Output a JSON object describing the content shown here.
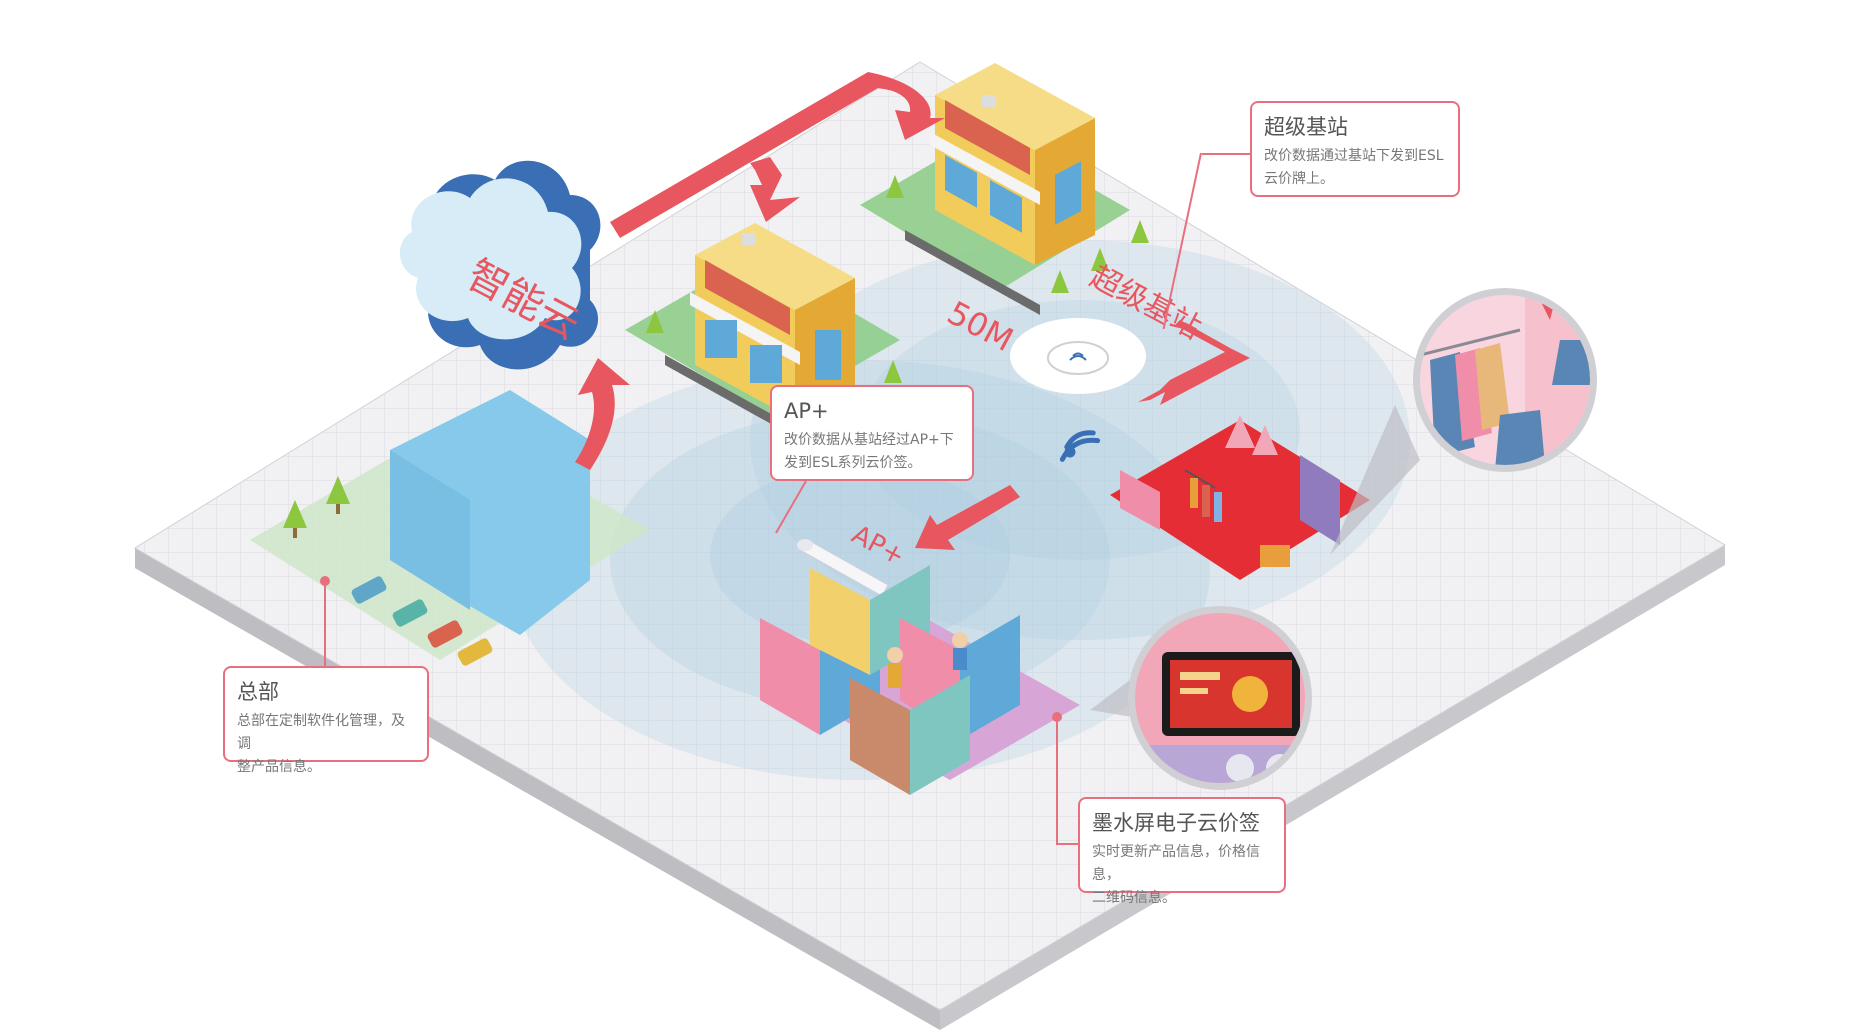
{
  "cloud": {
    "label": "智能云"
  },
  "super_station": {
    "range": "50M",
    "label": "超级基站"
  },
  "ap_arrow_label": "AP+",
  "callouts": {
    "super_station": {
      "title": "超级基站",
      "line1": "改价数据通过基站下发到ESL",
      "line2": "云价牌上。"
    },
    "ap": {
      "title": "AP+",
      "line1": "改价数据从基站经过AP+下",
      "line2": "发到ESL系列云价签。"
    },
    "hq": {
      "title": "总部",
      "line1": "总部在定制软件化管理，及调",
      "line2": "整产品信息。"
    },
    "epaper": {
      "title": "墨水屏电子云价签",
      "line1": "实时更新产品信息，价格信息，",
      "line2": "二维码信息。"
    }
  },
  "colors": {
    "accent": "#e8565f",
    "callout_border": "#e8707e",
    "signal": "#a9cbe0",
    "building": "#86c9ea"
  }
}
